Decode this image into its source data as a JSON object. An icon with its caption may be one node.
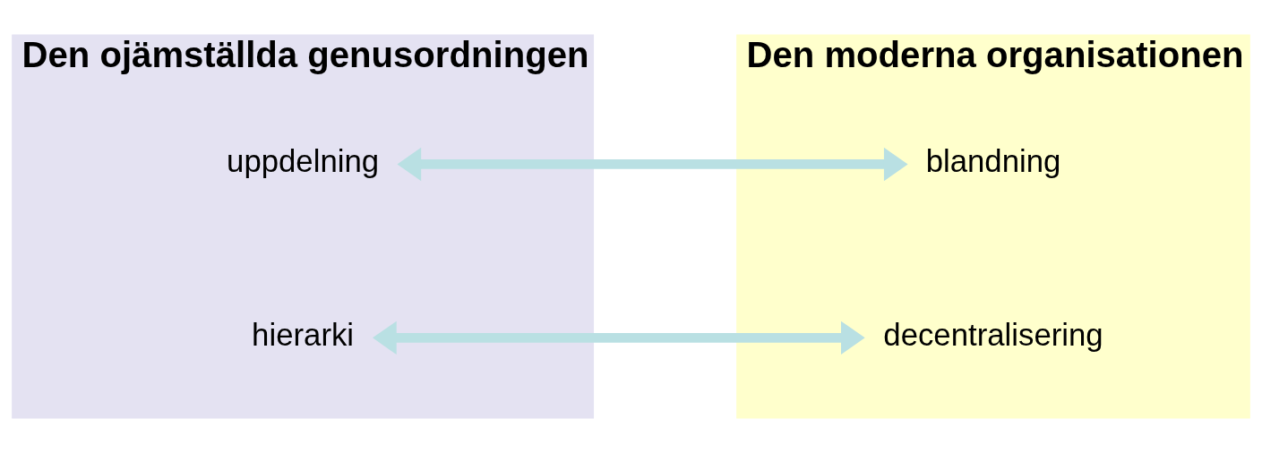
{
  "diagram": {
    "nodes": [
      {
        "text": [
          "Den ojämställda genusordningen"
        ]
      },
      {
        "text": [
          "uppdelning"
        ],
        "in": 0
      },
      {
        "text": [
          "hierarki"
        ],
        "in": 0
      },
      {
        "text": [
          "Den moderna organisationen"
        ]
      },
      {
        "text": [
          "blandning"
        ],
        "in": 3
      },
      {
        "text": [
          "decentralisering"
        ],
        "in": 3
      }
    ],
    "edges": [
      {
        "from": 1,
        "to": 4,
        "arrow": "both",
        "color": "#b9e0e3"
      },
      {
        "from": 2,
        "to": 5,
        "arrow": "both",
        "color": "#b9e0e3"
      }
    ]
  }
}
